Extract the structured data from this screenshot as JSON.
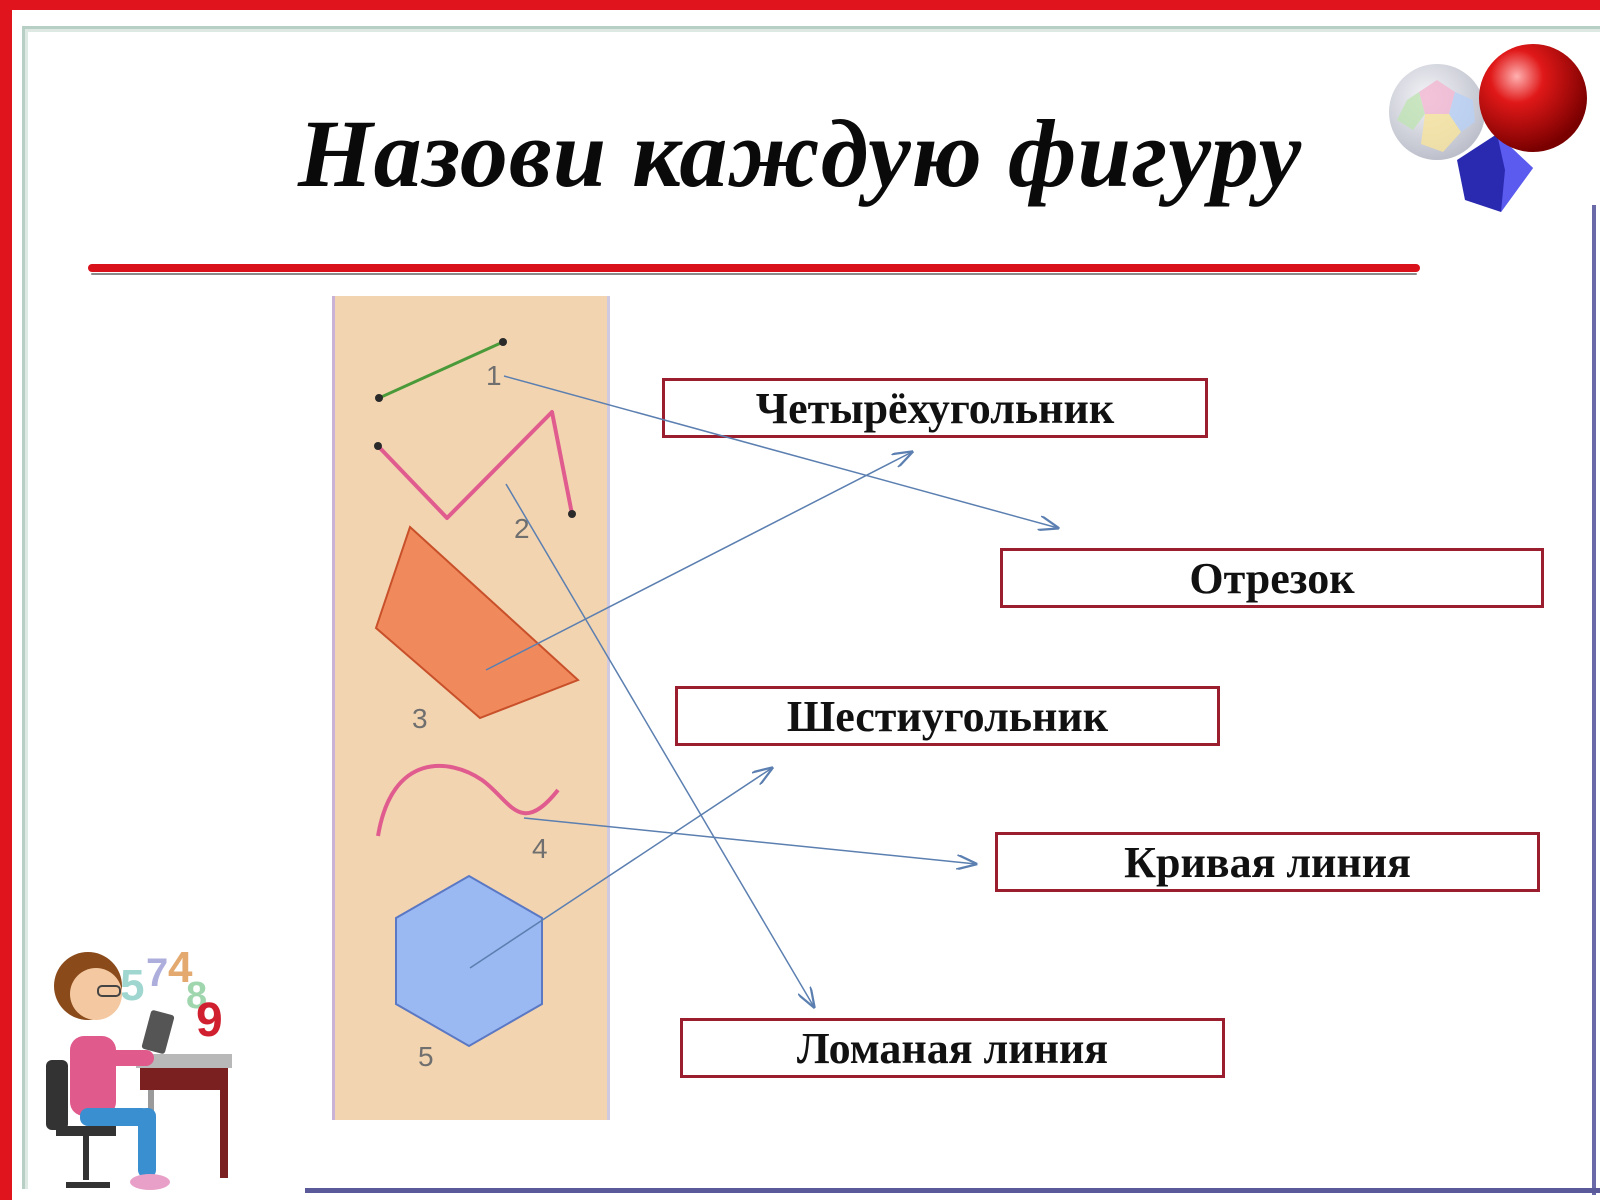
{
  "slide": {
    "title": "Назови каждую фигуру"
  },
  "figures": {
    "items": [
      {
        "number": "1",
        "icon": "segment-icon"
      },
      {
        "number": "2",
        "icon": "broken-line-icon"
      },
      {
        "number": "3",
        "icon": "quadrilateral-icon"
      },
      {
        "number": "4",
        "icon": "curve-line-icon"
      },
      {
        "number": "5",
        "icon": "hexagon-icon"
      }
    ]
  },
  "answers": {
    "quadrilateral": "Четырёхугольник",
    "segment": "Отрезок",
    "hexagon": "Шестиугольник",
    "curve": "Кривая линия",
    "polyline": "Ломаная линия"
  },
  "decorations": {
    "corner_icon": "geometric-solids-icon",
    "student_icon": "student-at-desk-icon"
  },
  "colors": {
    "frame_red": "#e0141c",
    "panel_beige": "#f3d4b0",
    "box_border": "#9a1e2e",
    "arrow_blue": "#5b7fb0",
    "quad_fill": "#f08a5c",
    "hex_fill": "#9ab8f2"
  }
}
